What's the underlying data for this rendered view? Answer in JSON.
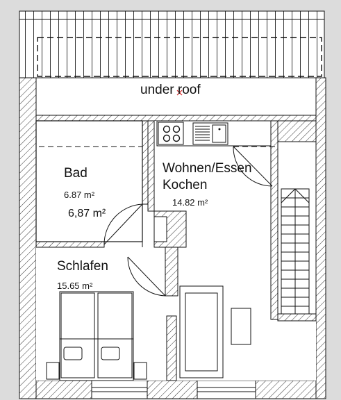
{
  "labels": {
    "under_roof": "under roof",
    "bad": "Bad",
    "bad_area_small": "6.87 m²",
    "bad_area_large": "6,87 m²",
    "wohnen_line1": "Wohnen/Essen",
    "wohnen_line2": "Kochen",
    "wohnen_area": "14.82 m²",
    "schlafen": "Schlafen",
    "schlafen_area": "15.65 m²"
  },
  "colors": {
    "background": "#dcdcdc",
    "wall_fill": "#ffffff",
    "line": "#111111",
    "marker": "#d22020"
  }
}
